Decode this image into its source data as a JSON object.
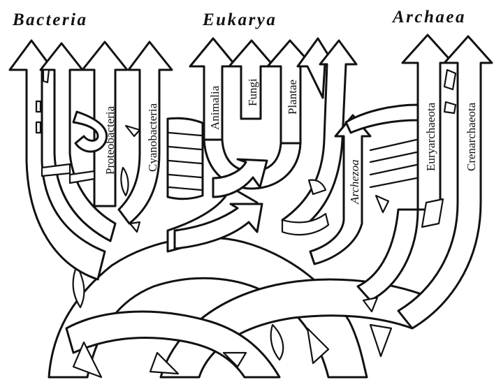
{
  "domains": {
    "bacteria": "Bacteria",
    "eukarya": "Eukarya",
    "archaea": "Archaea"
  },
  "branches": {
    "proteobacteria": "Proteobacteria",
    "cyanobacteria": "Cyanobacteria",
    "animalia": "Animalia",
    "fungi": "Fungi",
    "plantae": "Plantae",
    "archezoa": "Archezoa",
    "euryarchaeota": "Euryarchaeota",
    "crenarchaeota": "Crenarchaeota"
  }
}
